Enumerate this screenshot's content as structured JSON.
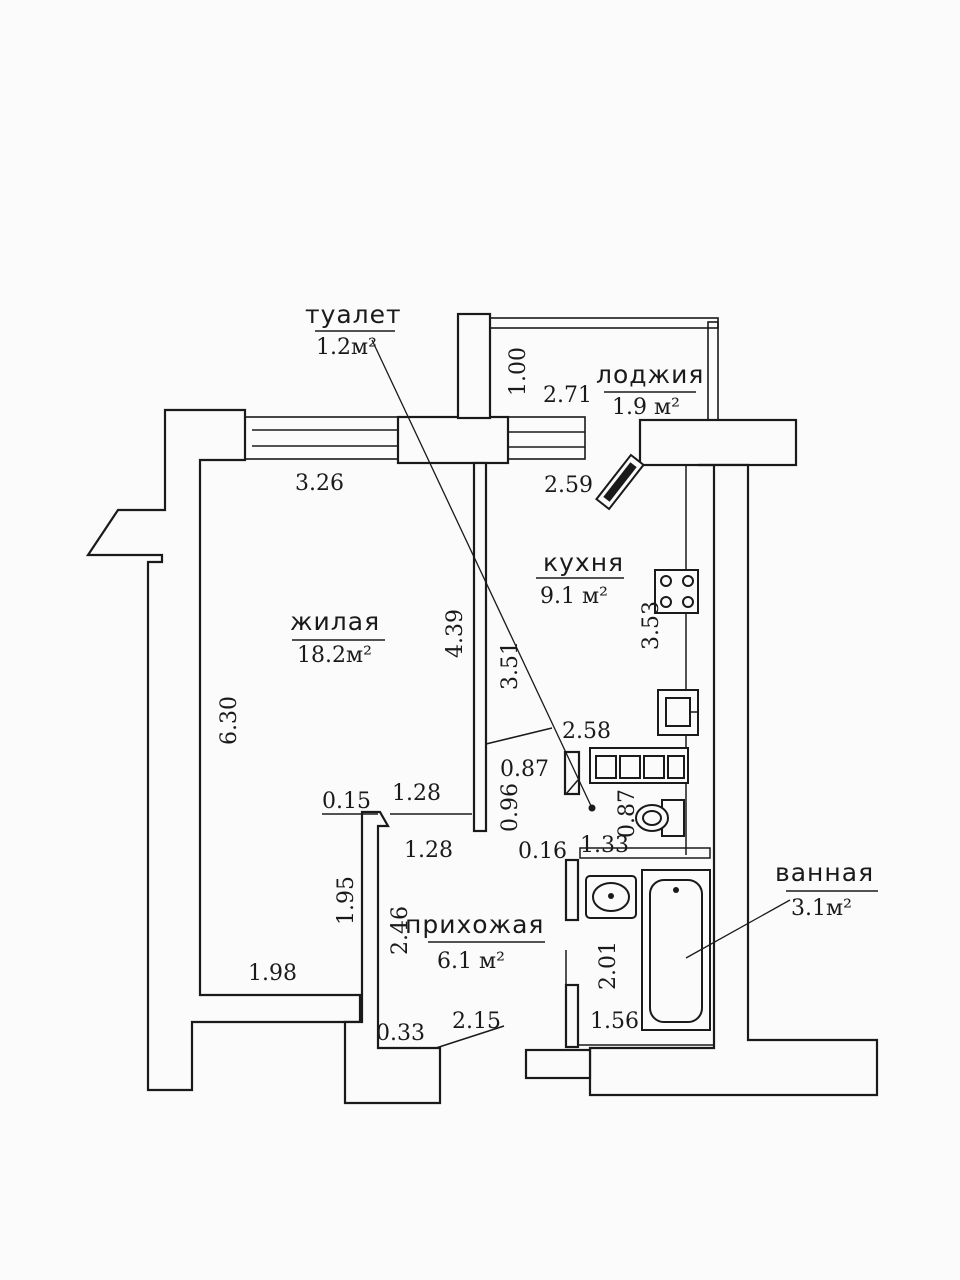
{
  "rooms": {
    "toilet": {
      "name": "туалет",
      "area": "1.2м²"
    },
    "loggia": {
      "name": "лоджия",
      "area": "1.9  м²"
    },
    "kitchen": {
      "name": "кухня",
      "area": "9.1  м²"
    },
    "living": {
      "name": "жилая",
      "area": "18.2м²"
    },
    "hallway": {
      "name": "прихожая",
      "area": "6.1  м²"
    },
    "bathroom": {
      "name": "ванная",
      "area": "3.1м²"
    }
  },
  "dimensions": {
    "loggia_depth": "1.00",
    "loggia_width": "2.71",
    "living_top": "3.26",
    "kitchen_top": "2.59",
    "kitchen_side": "3.53",
    "living_inner": "4.39",
    "partition": "3.51",
    "living_left": "6.30",
    "kitchen_bottom": "2.58",
    "toilet_w": "0.87",
    "toilet_d": "0.87",
    "wall_096": "0.96",
    "wall_015": "0.15",
    "wall_128a": "1.28",
    "wall_128b": "1.28",
    "wall_016": "0.16",
    "toilet_133": "1.33",
    "living_195": "1.95",
    "hall_246": "2.46",
    "bath_201": "2.01",
    "living_198": "1.98",
    "bath_156": "1.56",
    "hall_033": "0.33",
    "hall_215": "2.15"
  }
}
